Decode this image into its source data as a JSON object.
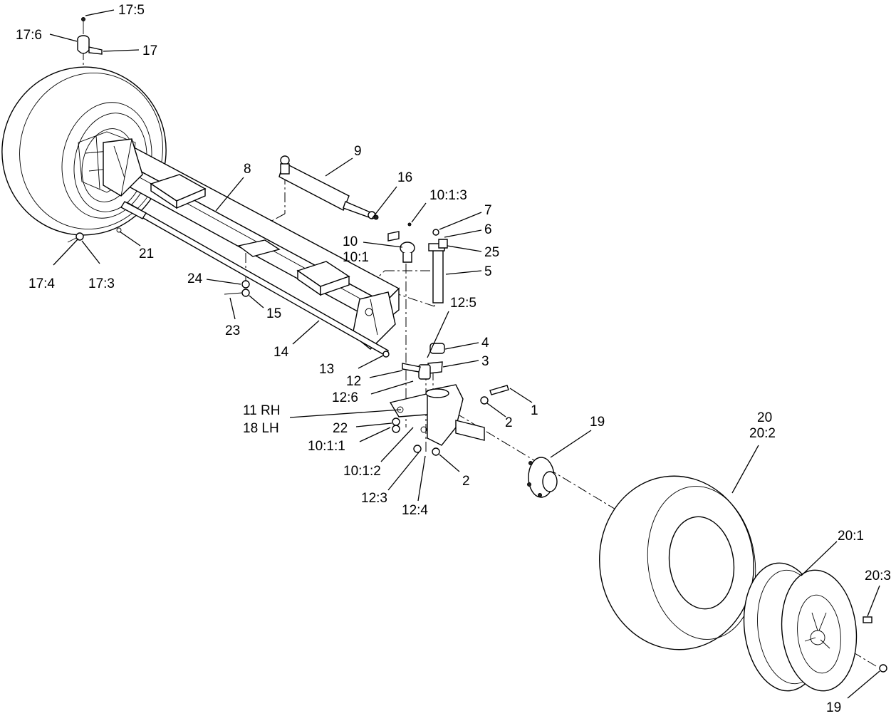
{
  "callouts": {
    "c17_5": "17:5",
    "c17_6": "17:6",
    "c17": "17",
    "c9": "9",
    "c8": "8",
    "c16": "16",
    "c10_1_3": "10:1:3",
    "c7": "7",
    "c6": "6",
    "c25": "25",
    "c5": "5",
    "c10": "10",
    "c10_1": "10:1",
    "c21": "21",
    "c17_4": "17:4",
    "c17_3": "17:3",
    "c24": "24",
    "c15": "15",
    "c23": "23",
    "c12_5": "12:5",
    "c4": "4",
    "c3": "3",
    "c14": "14",
    "c13": "13",
    "c12": "12",
    "c12_6": "12:6",
    "c1": "1",
    "c2a": "2",
    "c11rh": "11 RH",
    "c18lh": "18 LH",
    "c22": "22",
    "c10_1_1": "10:1:1",
    "c10_1_2": "10:1:2",
    "c12_3": "12:3",
    "c12_4": "12:4",
    "c2b": "2",
    "c19a": "19",
    "c20": "20",
    "c20_2": "20:2",
    "c20_1": "20:1",
    "c20_3": "20:3",
    "c19b": "19"
  }
}
